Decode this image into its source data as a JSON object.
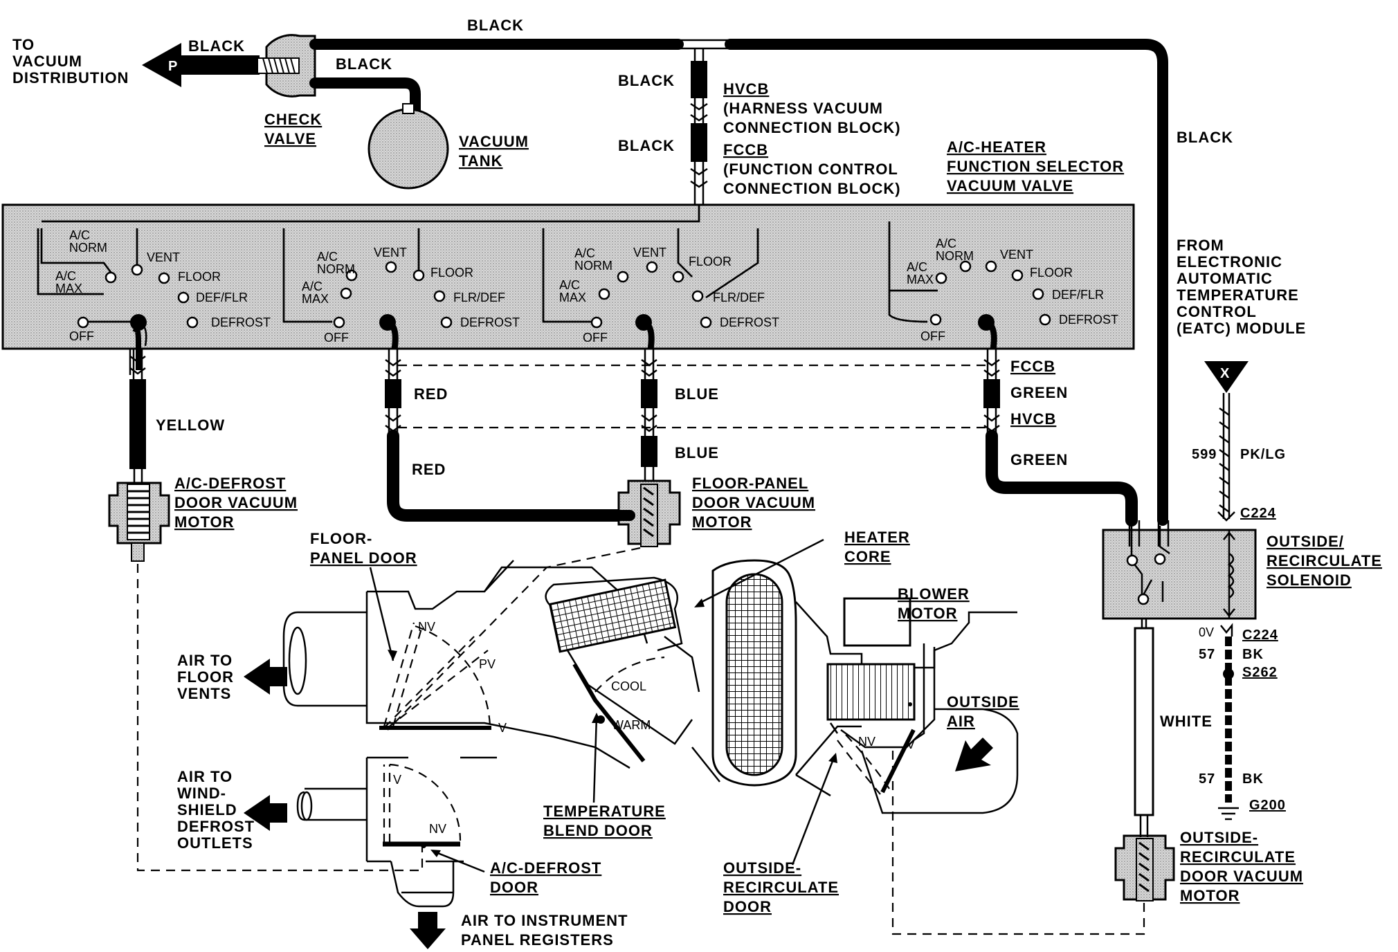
{
  "colors": {
    "panel_fill": "#d4d4d4",
    "ink": "#000000",
    "paper": "#ffffff"
  },
  "top": {
    "to_vacuum_1": "TO",
    "to_vacuum_2": "VACUUM",
    "to_vacuum_3": "DISTRIBUTION",
    "arrow_letter": "P",
    "black_1": "BLACK",
    "black_2": "BLACK",
    "black_top": "BLACK",
    "black_3": "BLACK",
    "black_4": "BLACK",
    "black_right": "BLACK",
    "check_valve_1": "CHECK",
    "check_valve_2": "VALVE",
    "vacuum_tank_1": "VACUUM",
    "vacuum_tank_2": "TANK",
    "hvcb_1": "HVCB",
    "hvcb_2": "(HARNESS VACUUM",
    "hvcb_3": "CONNECTION BLOCK)",
    "fccb_1": "FCCB",
    "fccb_2": "(FUNCTION CONTROL",
    "fccb_3": "CONNECTION BLOCK)",
    "selector_1": "A/C-HEATER",
    "selector_2": "FUNCTION SELECTOR",
    "selector_3": "VACUUM VALVE"
  },
  "valve_panel": {
    "section_1": {
      "ac_norm_1": "A/C",
      "ac_norm_2": "NORM",
      "ac_max_1": "A/C",
      "ac_max_2": "MAX",
      "vent": "VENT",
      "floor": "FLOOR",
      "def_flr": "DEF/FLR",
      "defrost": "DEFROST",
      "off": "OFF"
    },
    "section_2": {
      "ac_norm_1": "A/C",
      "ac_norm_2": "NORM",
      "ac_max_1": "A/C",
      "ac_max_2": "MAX",
      "vent": "VENT",
      "floor": "FLOOR",
      "flr_def": "FLR/DEF",
      "defrost": "DEFROST",
      "off": "OFF"
    },
    "section_3": {
      "ac_norm_1": "A/C",
      "ac_norm_2": "NORM",
      "ac_max_1": "A/C",
      "ac_max_2": "MAX",
      "vent": "VENT",
      "floor": "FLOOR",
      "flr_def": "FLR/DEF",
      "defrost": "DEFROST",
      "off": "OFF"
    },
    "section_4": {
      "ac_norm_1": "A/C",
      "ac_norm_2": "NORM",
      "ac_max_1": "A/C",
      "ac_max_2": "MAX",
      "vent": "VENT",
      "floor": "FLOOR",
      "def_flr": "DEF/FLR",
      "defrost": "DEFROST",
      "off": "OFF"
    }
  },
  "hoses": {
    "yellow": "YELLOW",
    "red_1": "RED",
    "red_2": "RED",
    "blue_1": "BLUE",
    "blue_2": "BLUE",
    "green_1": "GREEN",
    "green_2": "GREEN",
    "fccb": "FCCB",
    "hvcb": "HVCB"
  },
  "eatc": {
    "from_1": "FROM",
    "from_2": "ELECTRONIC",
    "from_3": "AUTOMATIC",
    "from_4": "TEMPERATURE",
    "from_5": "CONTROL",
    "from_6": "(EATC) MODULE",
    "connector_letter": "X",
    "circuit": "599",
    "circuit_color": "PK/LG",
    "c224_top": "C224",
    "solenoid_1": "OUTSIDE/",
    "solenoid_2": "RECIRCULATE",
    "solenoid_3": "SOLENOID",
    "zero_v": "0V",
    "c224_bottom": "C224",
    "wire_57_a": "57",
    "bk_a": "BK",
    "splice": "S262",
    "white": "WHITE",
    "wire_57_b": "57",
    "bk_b": "BK",
    "ground": "G200"
  },
  "motors": {
    "ac_defrost_1": "A/C-DEFROST",
    "ac_defrost_2": "DOOR VACUUM",
    "ac_defrost_3": "MOTOR",
    "floor_panel_1": "FLOOR-PANEL",
    "floor_panel_2": "DOOR VACUUM",
    "floor_panel_3": "MOTOR",
    "outside_recirc_1": "OUTSIDE-",
    "outside_recirc_2": "RECIRCULATE",
    "outside_recirc_3": "DOOR VACUUM",
    "outside_recirc_4": "MOTOR"
  },
  "ducts": {
    "floor_panel_door_1": "FLOOR-",
    "floor_panel_door_2": "PANEL DOOR",
    "heater_core_1": "HEATER",
    "heater_core_2": "CORE",
    "blower_1": "BLOWER",
    "blower_2": "MOTOR",
    "air_floor_1": "AIR TO",
    "air_floor_2": "FLOOR",
    "air_floor_3": "VENTS",
    "air_ws_1": "AIR TO",
    "air_ws_2": "WIND-",
    "air_ws_3": "SHIELD",
    "air_ws_4": "DEFROST",
    "air_ws_5": "OUTLETS",
    "nv_1": "NV",
    "pv": "PV",
    "v_1": "V",
    "v_2": "V",
    "nv_2": "NV",
    "cool": "COOL",
    "warm": "WARM",
    "nv_3": "NV",
    "v_3": "V",
    "outside_air_1": "OUTSIDE",
    "outside_air_2": "AIR",
    "temp_blend_1": "TEMPERATURE",
    "temp_blend_2": "BLEND DOOR",
    "ac_def_door_1": "A/C-DEFROST",
    "ac_def_door_2": "DOOR",
    "or_door_1": "OUTSIDE-",
    "or_door_2": "RECIRCULATE",
    "or_door_3": "DOOR",
    "air_ip_1": "AIR TO INSTRUMENT",
    "air_ip_2": "PANEL REGISTERS"
  }
}
